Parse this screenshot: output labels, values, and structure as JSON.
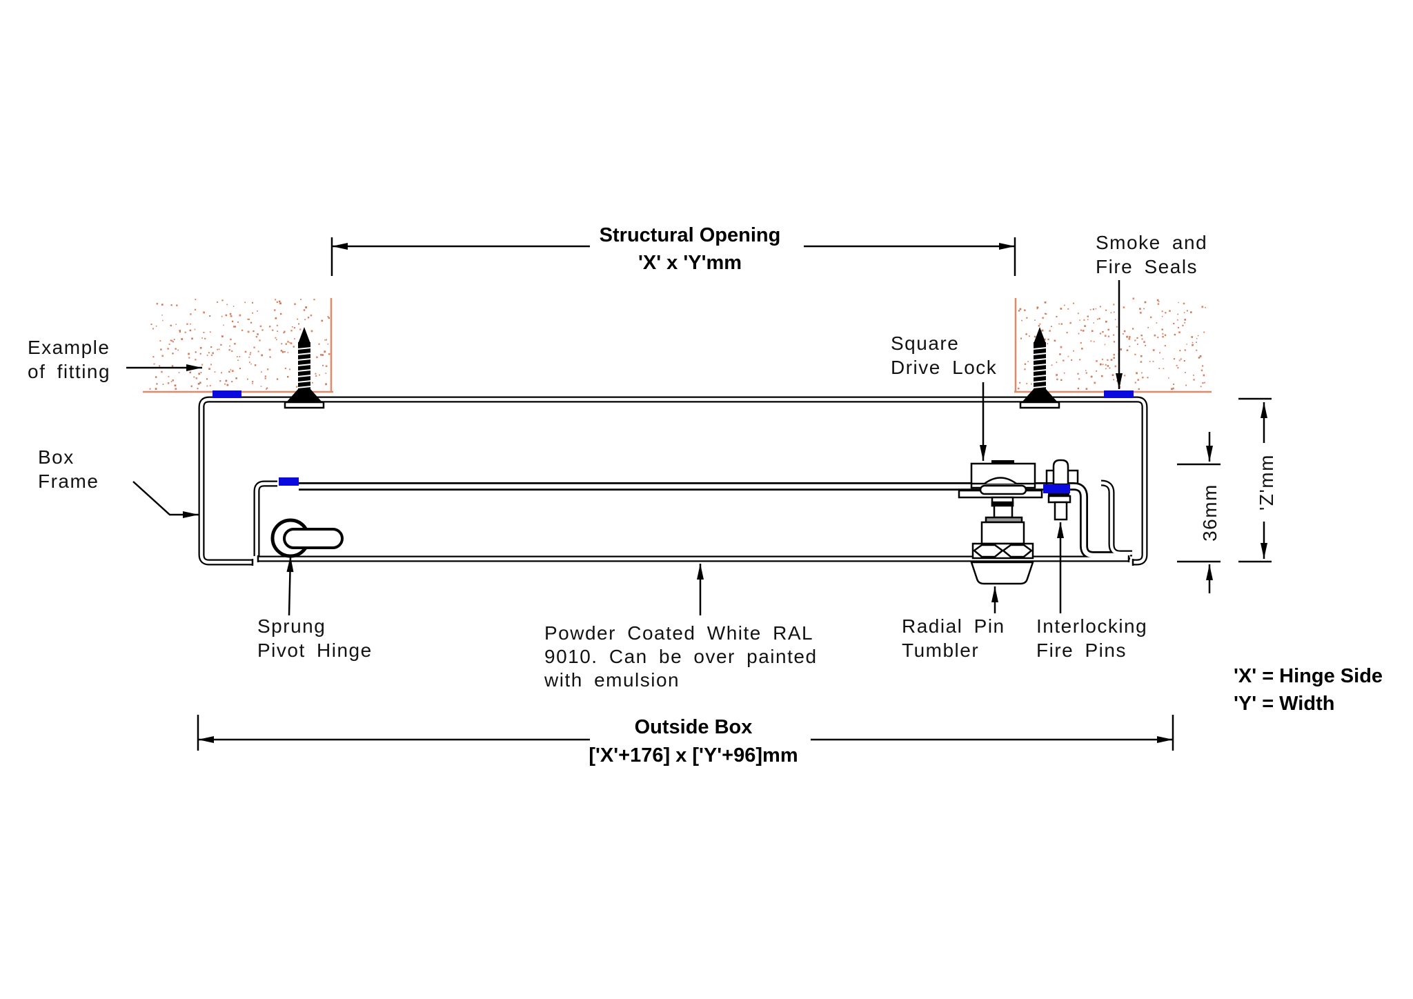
{
  "colors": {
    "line": "#000000",
    "wall_outline": "#e0896a",
    "wall_dots": "#cc7a58",
    "seal_blue": "#0a0ade",
    "text": "#121212"
  },
  "labels": {
    "structural_opening": {
      "line1": "Structural Opening",
      "line2": "'X' x 'Y'mm"
    },
    "smoke_fire_seals": {
      "line1": "Smoke and",
      "line2": "Fire Seals"
    },
    "example_of_fitting": {
      "line1": "Example",
      "line2": "of fitting"
    },
    "box_frame": {
      "line1": "Box",
      "line2": "Frame"
    },
    "square_drive_lock": {
      "line1": "Square",
      "line2": "Drive Lock"
    },
    "sprung_pivot_hinge": {
      "line1": "Sprung",
      "line2": "Pivot Hinge"
    },
    "powder_coated": {
      "line1": "Powder Coated White RAL",
      "line2": "9010. Can be over painted",
      "line3": "with emulsion"
    },
    "radial_pin_tumbler": {
      "line1": "Radial Pin",
      "line2": "Tumbler"
    },
    "interlocking_fire_pins": {
      "line1": "Interlocking",
      "line2": "Fire Pins"
    },
    "outside_box": {
      "line1": "Outside Box",
      "line2": "['X'+176] x ['Y'+96]mm"
    },
    "dim_depth": "36mm",
    "dim_z": "'Z'mm",
    "legend": {
      "line1": "'X' = Hinge Side",
      "line2": "'Y' = Width"
    }
  }
}
